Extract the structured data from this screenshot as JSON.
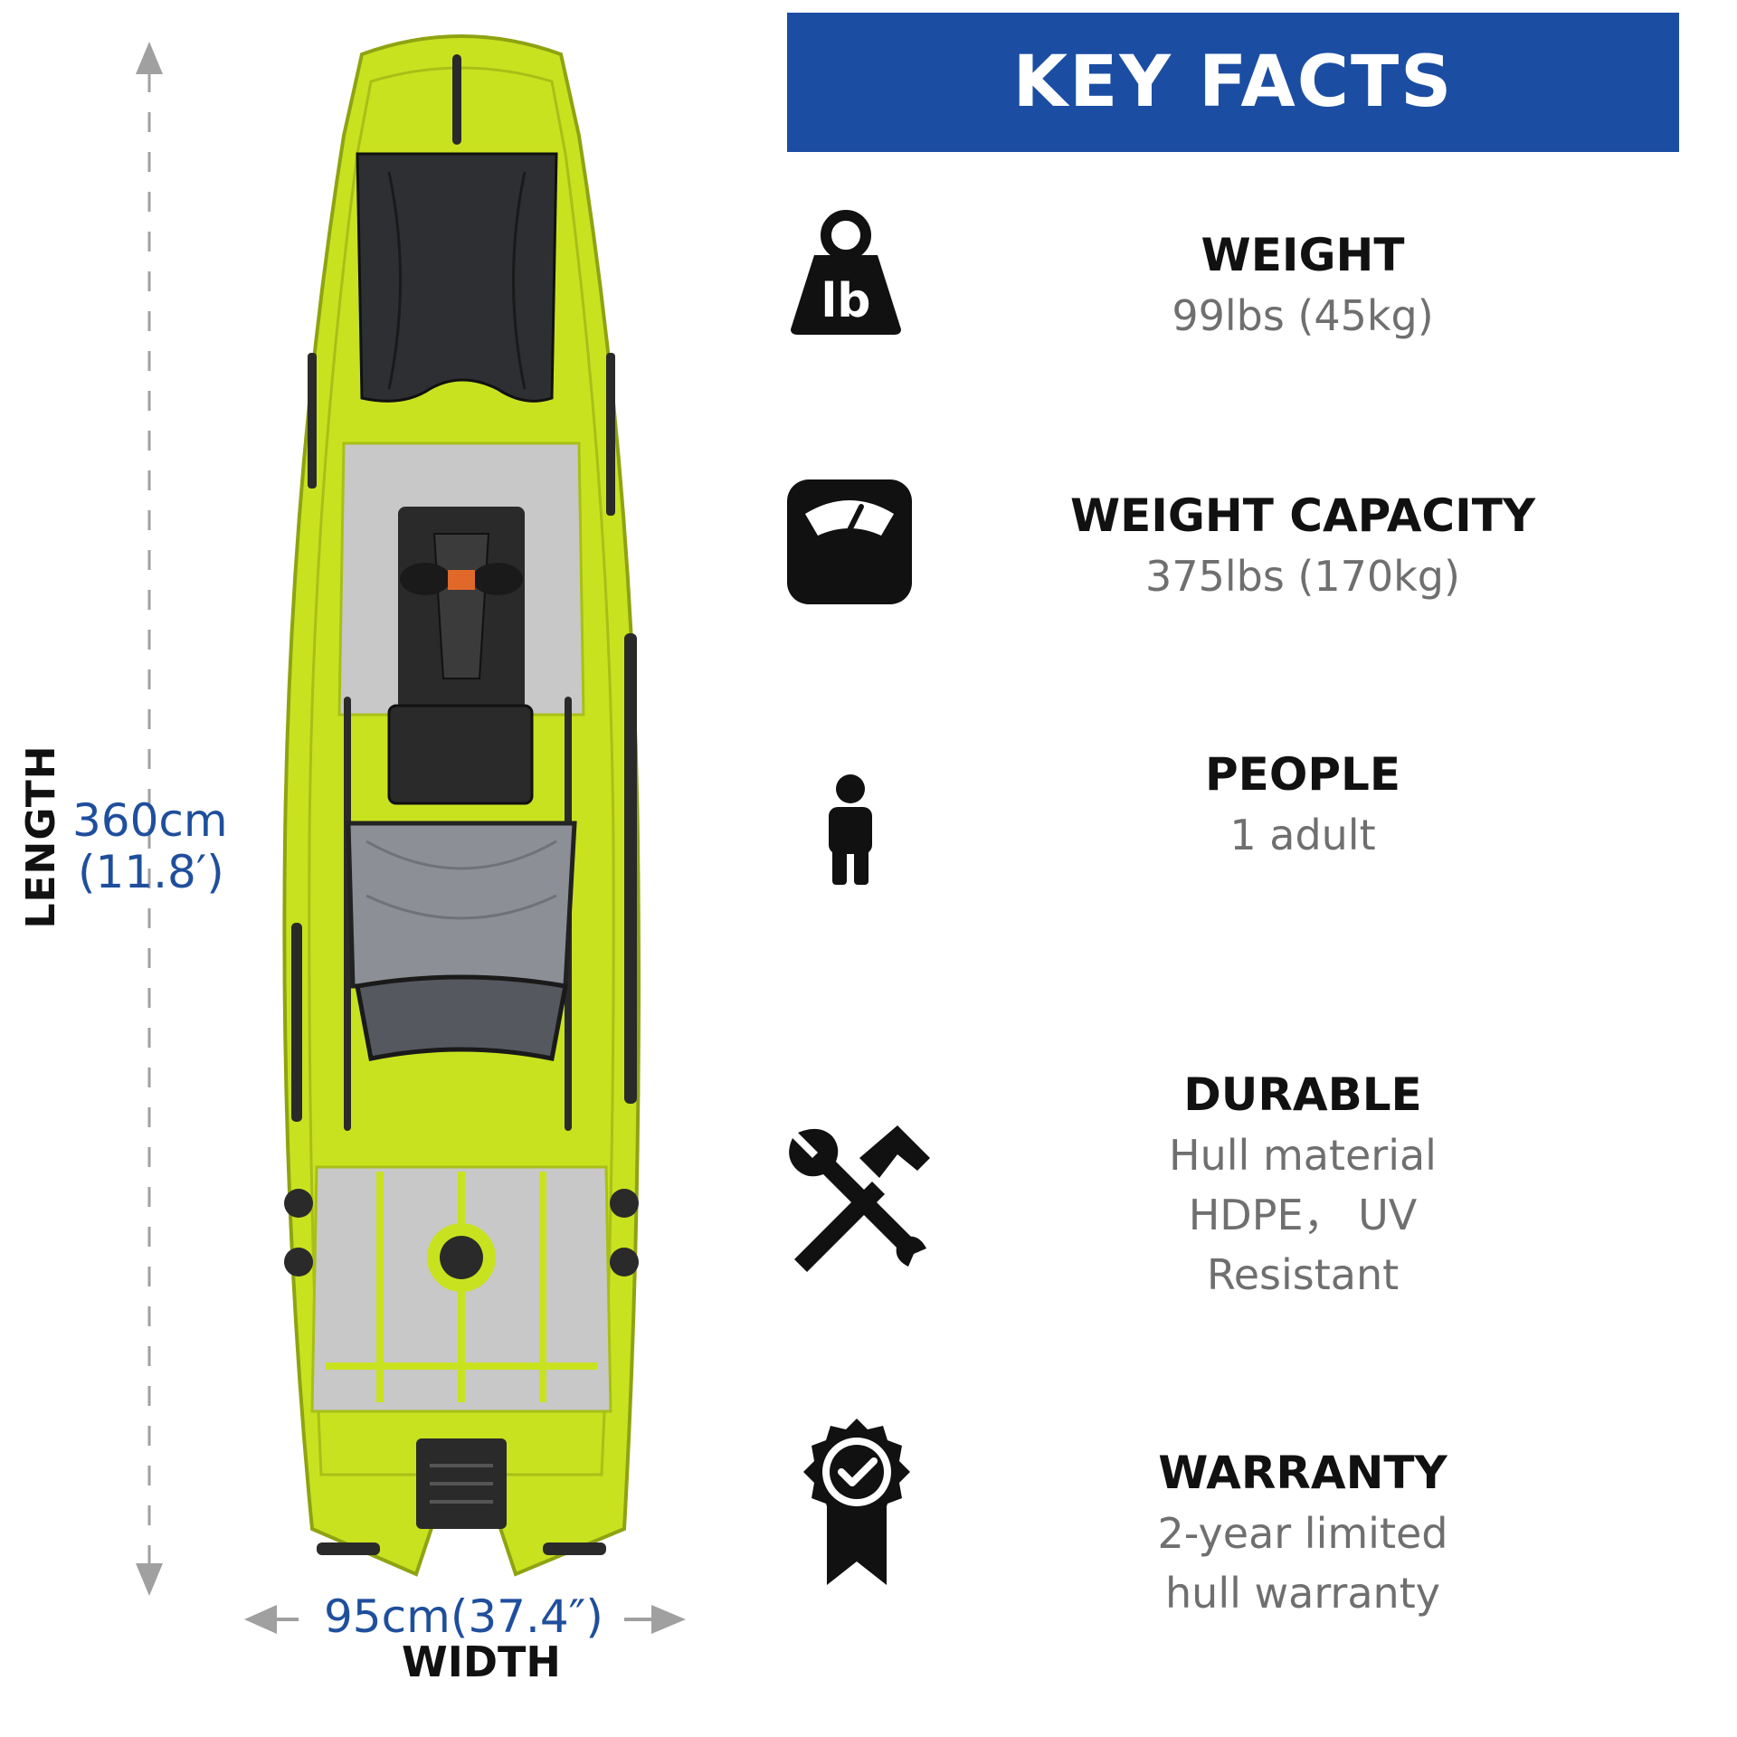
{
  "dimensions": {
    "length_label": "LENGTH",
    "length_metric": "360cm",
    "length_imperial": "(11.8′)",
    "width_value": "95cm(37.4″)",
    "width_label": "WIDTH"
  },
  "key_facts": {
    "title": "KEY FACTS",
    "facts": [
      {
        "icon": "weight-lb-icon",
        "title": "WEIGHT",
        "details": [
          "99lbs (45kg)"
        ]
      },
      {
        "icon": "scale-icon",
        "title": "WEIGHT CAPACITY",
        "details": [
          "375lbs (170kg)"
        ]
      },
      {
        "icon": "person-icon",
        "title": "PEOPLE",
        "details": [
          "1 adult"
        ]
      },
      {
        "icon": "tools-icon",
        "title": "DURABLE",
        "details": [
          "Hull material",
          "HDPE，  UV",
          "Resistant"
        ]
      },
      {
        "icon": "warranty-badge-icon",
        "title": "WARRANTY",
        "details": [
          "2-year limited",
          "hull warranty"
        ]
      }
    ],
    "icon_lb_text": "lb"
  },
  "colors": {
    "banner": "#1b4ea3",
    "dimension_text": "#1f4f9c",
    "kayak_hull": "#c9e21f",
    "deck_pad": "#c8c8c8",
    "detail_text": "#6f6f6f"
  }
}
